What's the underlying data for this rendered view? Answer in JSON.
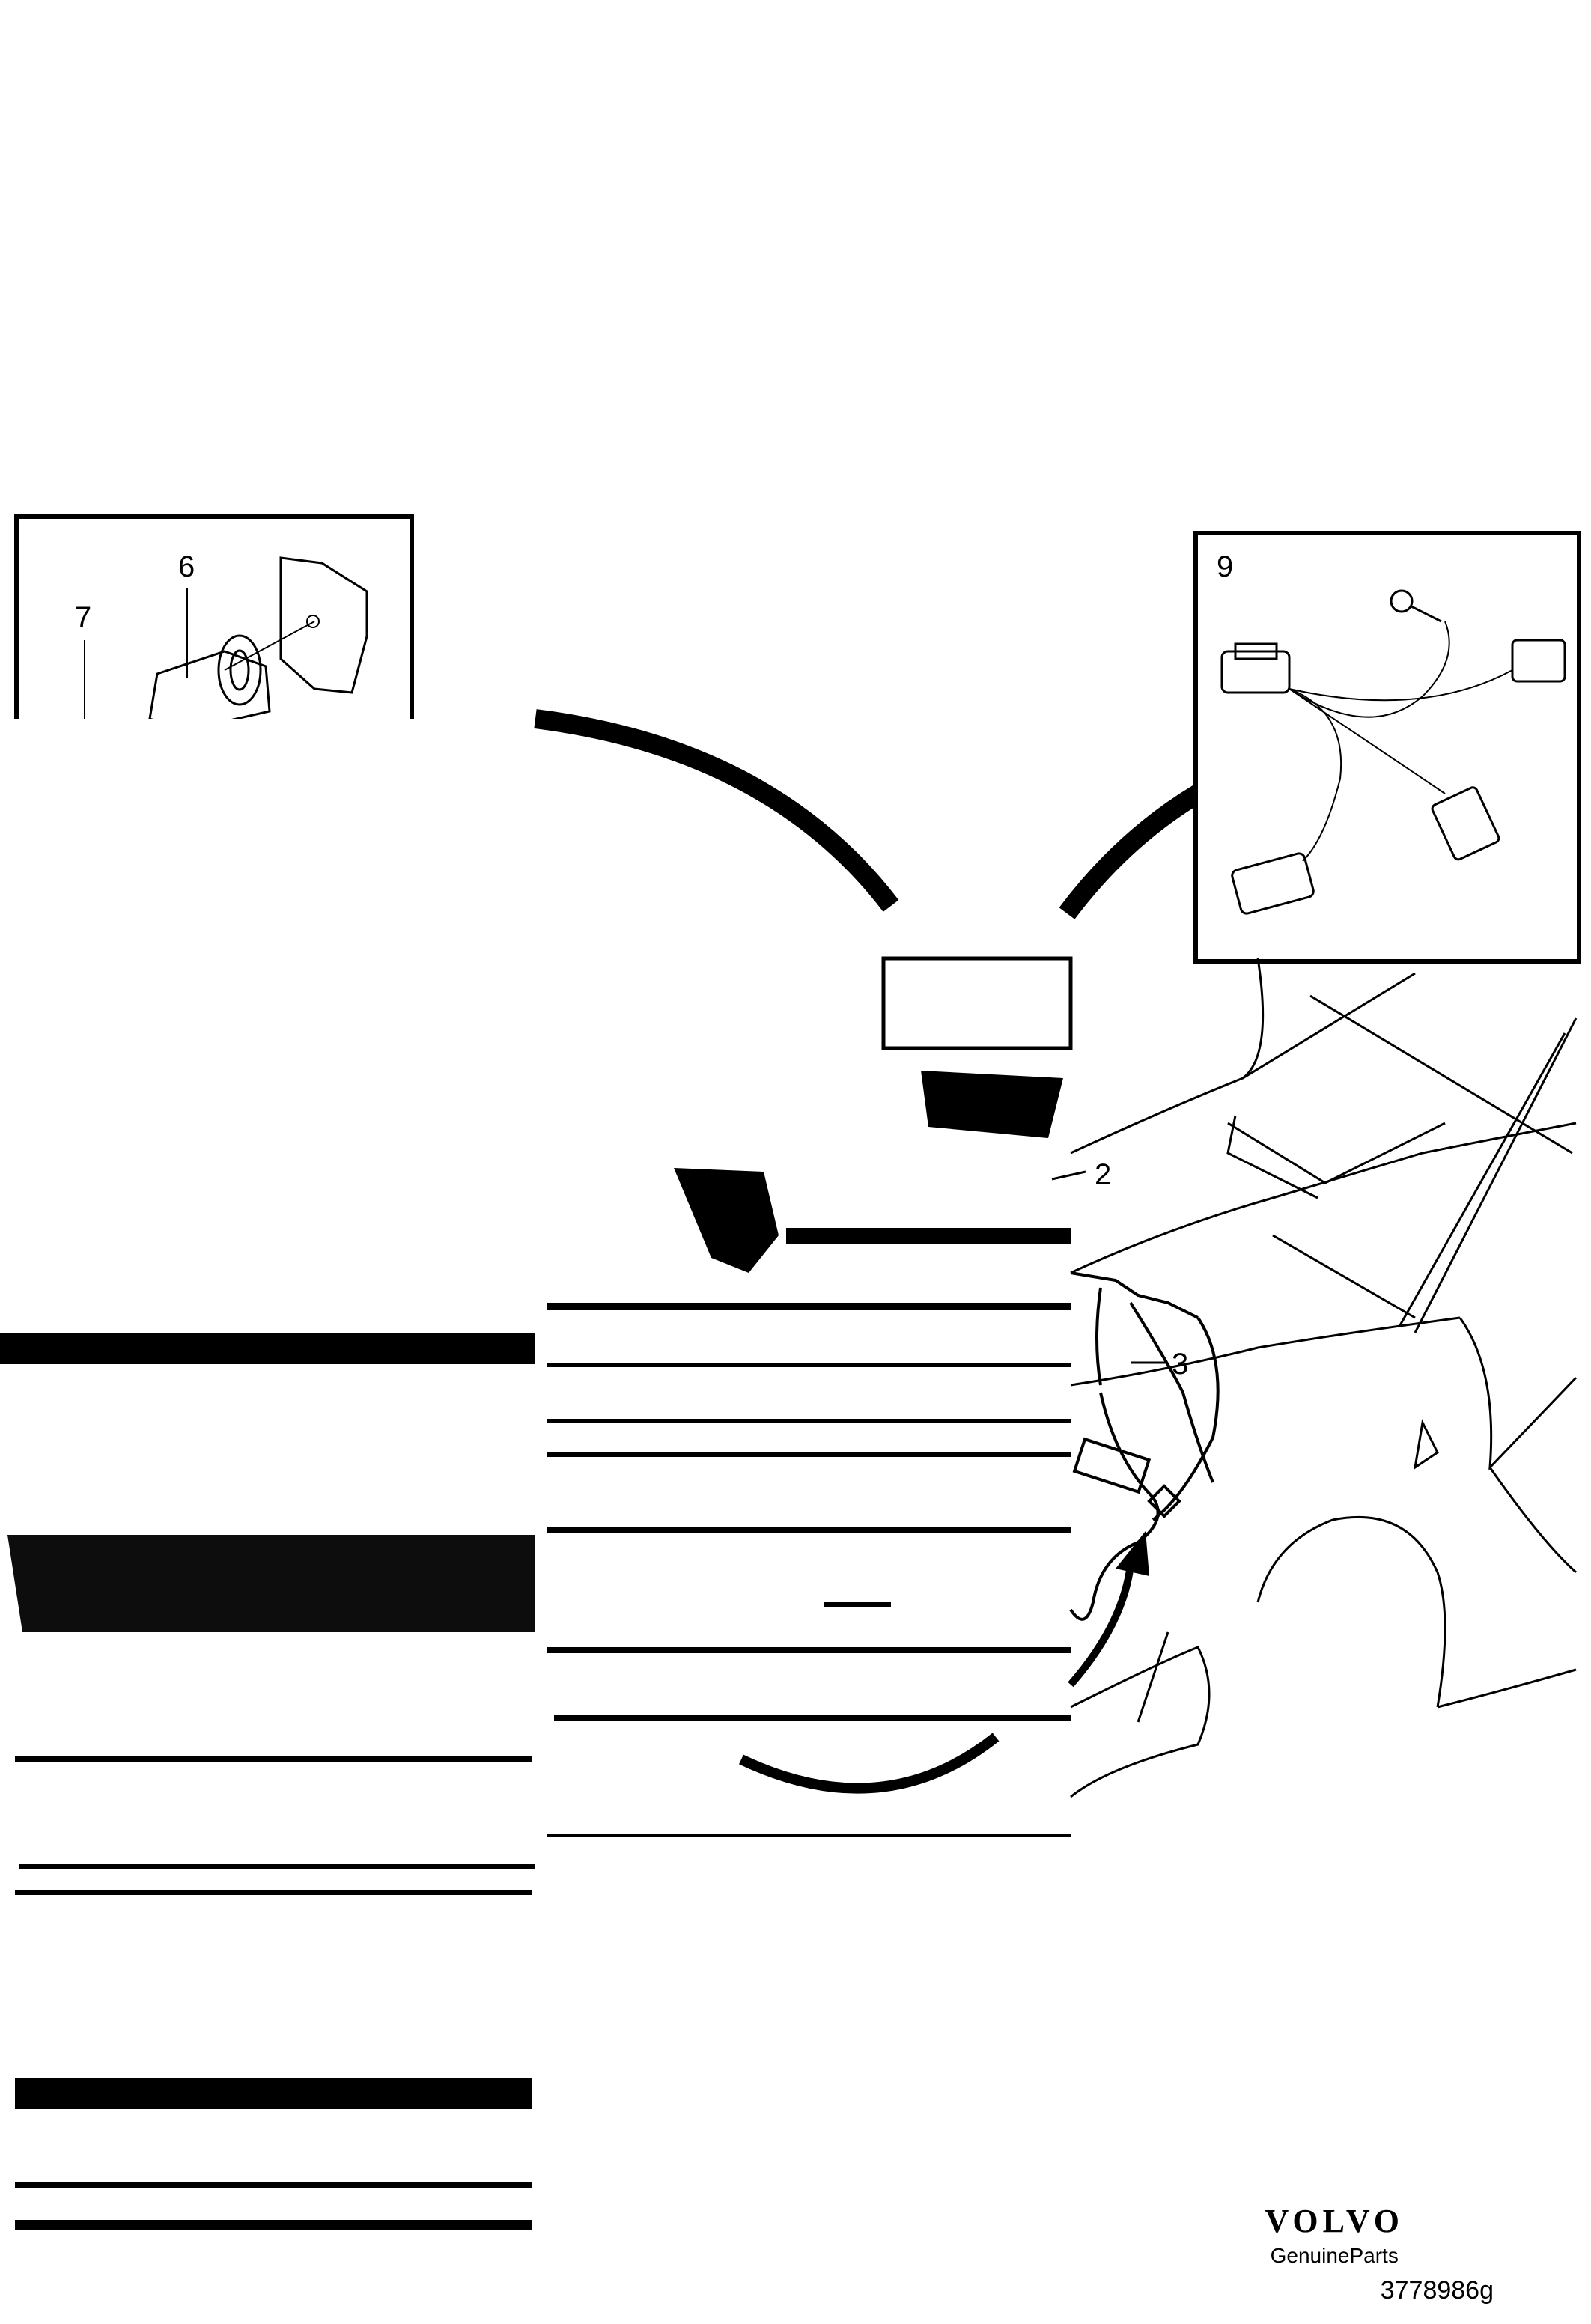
{
  "callouts": {
    "c6": "6",
    "c7": "7",
    "c9": "9",
    "c2": "2",
    "c3": "3"
  },
  "brand": {
    "logo": "VOLVO",
    "tagline": "GenuineParts",
    "drawing_number": "3778986g"
  },
  "icons": {
    "logo": "volvo-wordmark"
  }
}
